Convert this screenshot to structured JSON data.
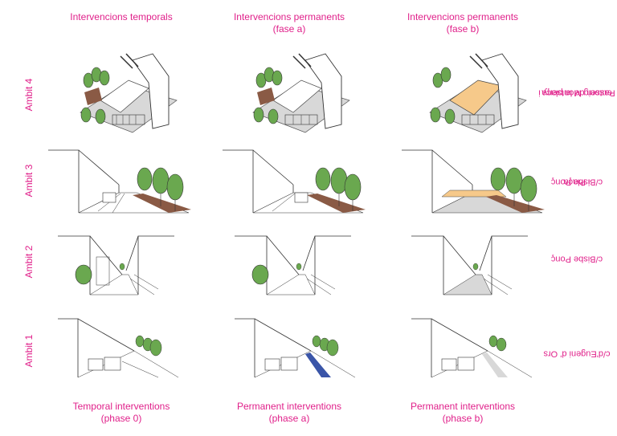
{
  "columns": [
    {
      "title": "Intervencions temporals",
      "subtitle": "",
      "caption": "Temporal interventions",
      "caption_sub": "(phase 0)"
    },
    {
      "title": "Intervencions permanents",
      "subtitle": "(fase a)",
      "caption": "Permanent interventions",
      "caption_sub": "(phase a)"
    },
    {
      "title": "Intervencions permanents",
      "subtitle": "(fase b)",
      "caption": "Permanent interventions",
      "caption_sub": "(phase b)"
    }
  ],
  "rows": [
    {
      "label": "Ambit 4",
      "street_line1": "Passeig Montseny i",
      "street_line2": "entorn de la plaça"
    },
    {
      "label": "Ambit 3",
      "street_line1": "c/Bisbe Ponç",
      "street_line2": "i Plaça"
    },
    {
      "label": "Ambit 2",
      "street_line1": "c/Bisbe Ponç",
      "street_line2": ""
    },
    {
      "label": "Ambit 1",
      "street_line1": "c/d'Eugeni d' Ors",
      "street_line2": ""
    }
  ],
  "colors": {
    "text": "#e0208a",
    "tree": "#6aa84f",
    "pavement": "#8a5a45",
    "plaza": "#f6c98a",
    "lane": "#3a55a8",
    "ground": "#d8d8d8"
  }
}
